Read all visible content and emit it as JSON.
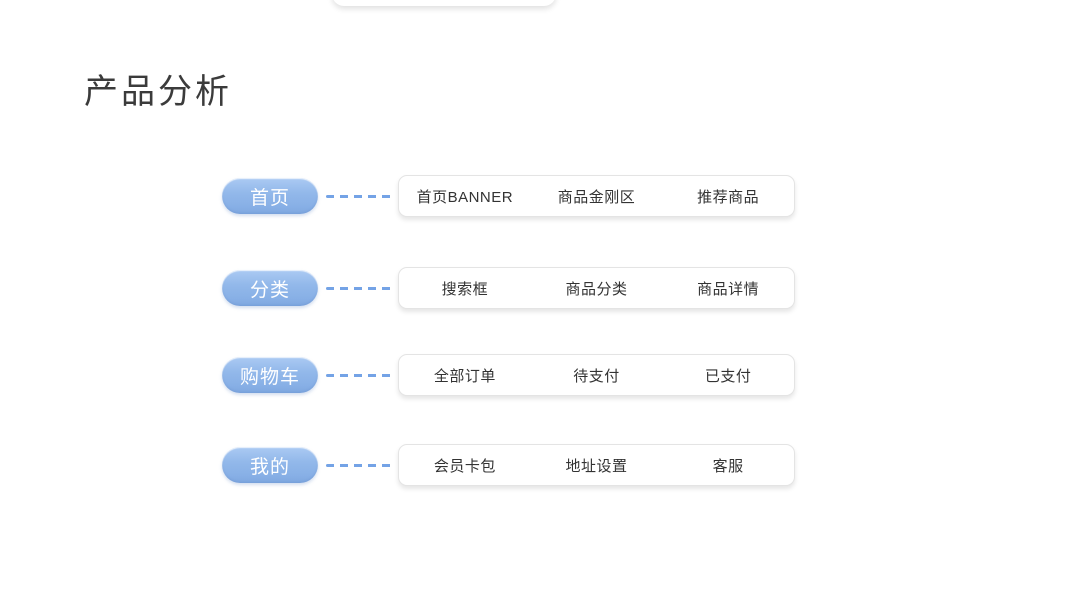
{
  "page": {
    "title": "产品分析",
    "background": "#ffffff"
  },
  "palette": {
    "pill_fill": "#8fb6e9",
    "pill_highlight": "#abcaf3",
    "pill_shade": "#7fa8e0",
    "pill_text": "#ffffff",
    "dash_color": "#74a3e6",
    "box_background": "#ffffff",
    "box_border": "#e4e4e4",
    "title_color": "#3b3b3b",
    "item_text_color": "#333333"
  },
  "diagram": {
    "rows": [
      {
        "label": "首页",
        "items": [
          "首页BANNER",
          "商品金刚区",
          "推荐商品"
        ]
      },
      {
        "label": "分类",
        "items": [
          "搜索框",
          "商品分类",
          "商品详情"
        ]
      },
      {
        "label": "购物车",
        "items": [
          "全部订单",
          "待支付",
          "已支付"
        ]
      },
      {
        "label": "我的",
        "items": [
          "会员卡包",
          "地址设置",
          "客服"
        ]
      }
    ]
  }
}
